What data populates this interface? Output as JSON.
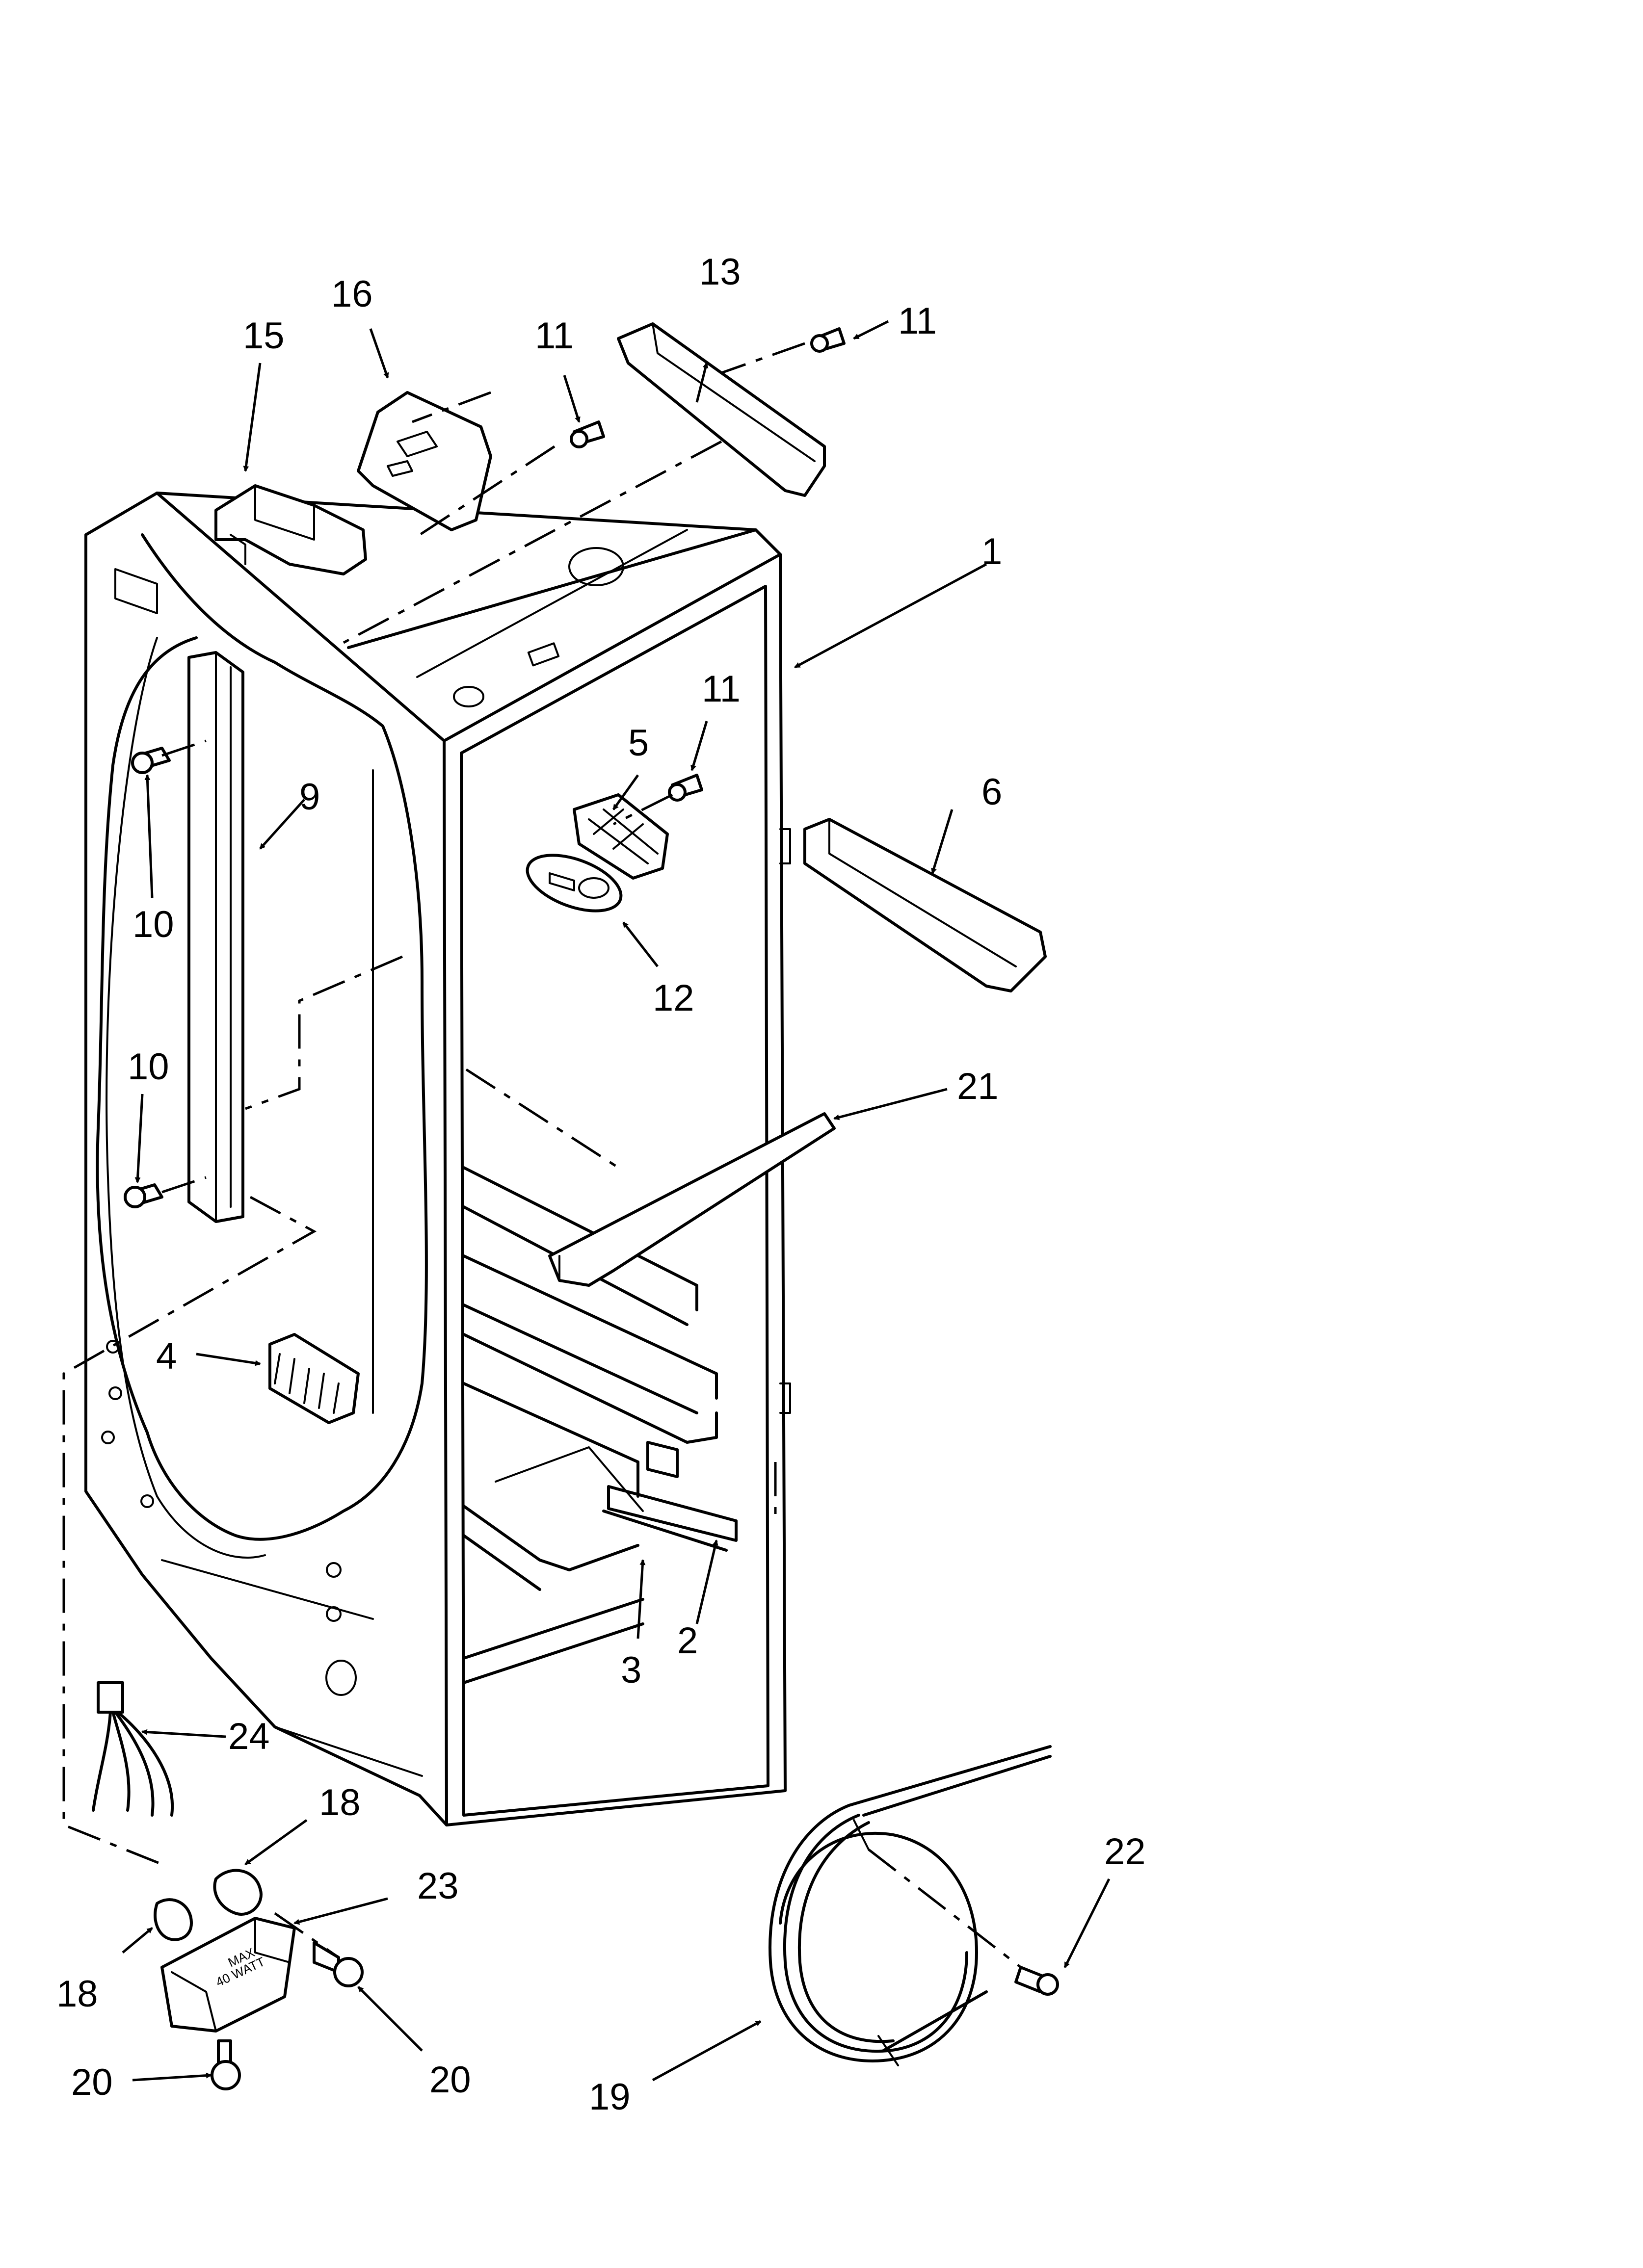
{
  "callouts": {
    "c1": "1",
    "c2": "2",
    "c3": "3",
    "c4": "4",
    "c5": "5",
    "c6": "6",
    "c9": "9",
    "c10a": "10",
    "c10b": "10",
    "c11a": "11",
    "c11b": "11",
    "c11c": "11",
    "c12": "12",
    "c13": "13",
    "c15": "15",
    "c16": "16",
    "c18a": "18",
    "c18b": "18",
    "c19": "19",
    "c20a": "20",
    "c20b": "20",
    "c21": "21",
    "c22": "22",
    "c23": "23",
    "c24": "24"
  },
  "socket_label": {
    "line1": "MAX",
    "line2": "40 WATT"
  },
  "colors": {
    "ink": "#000000",
    "paper": "#ffffff"
  }
}
